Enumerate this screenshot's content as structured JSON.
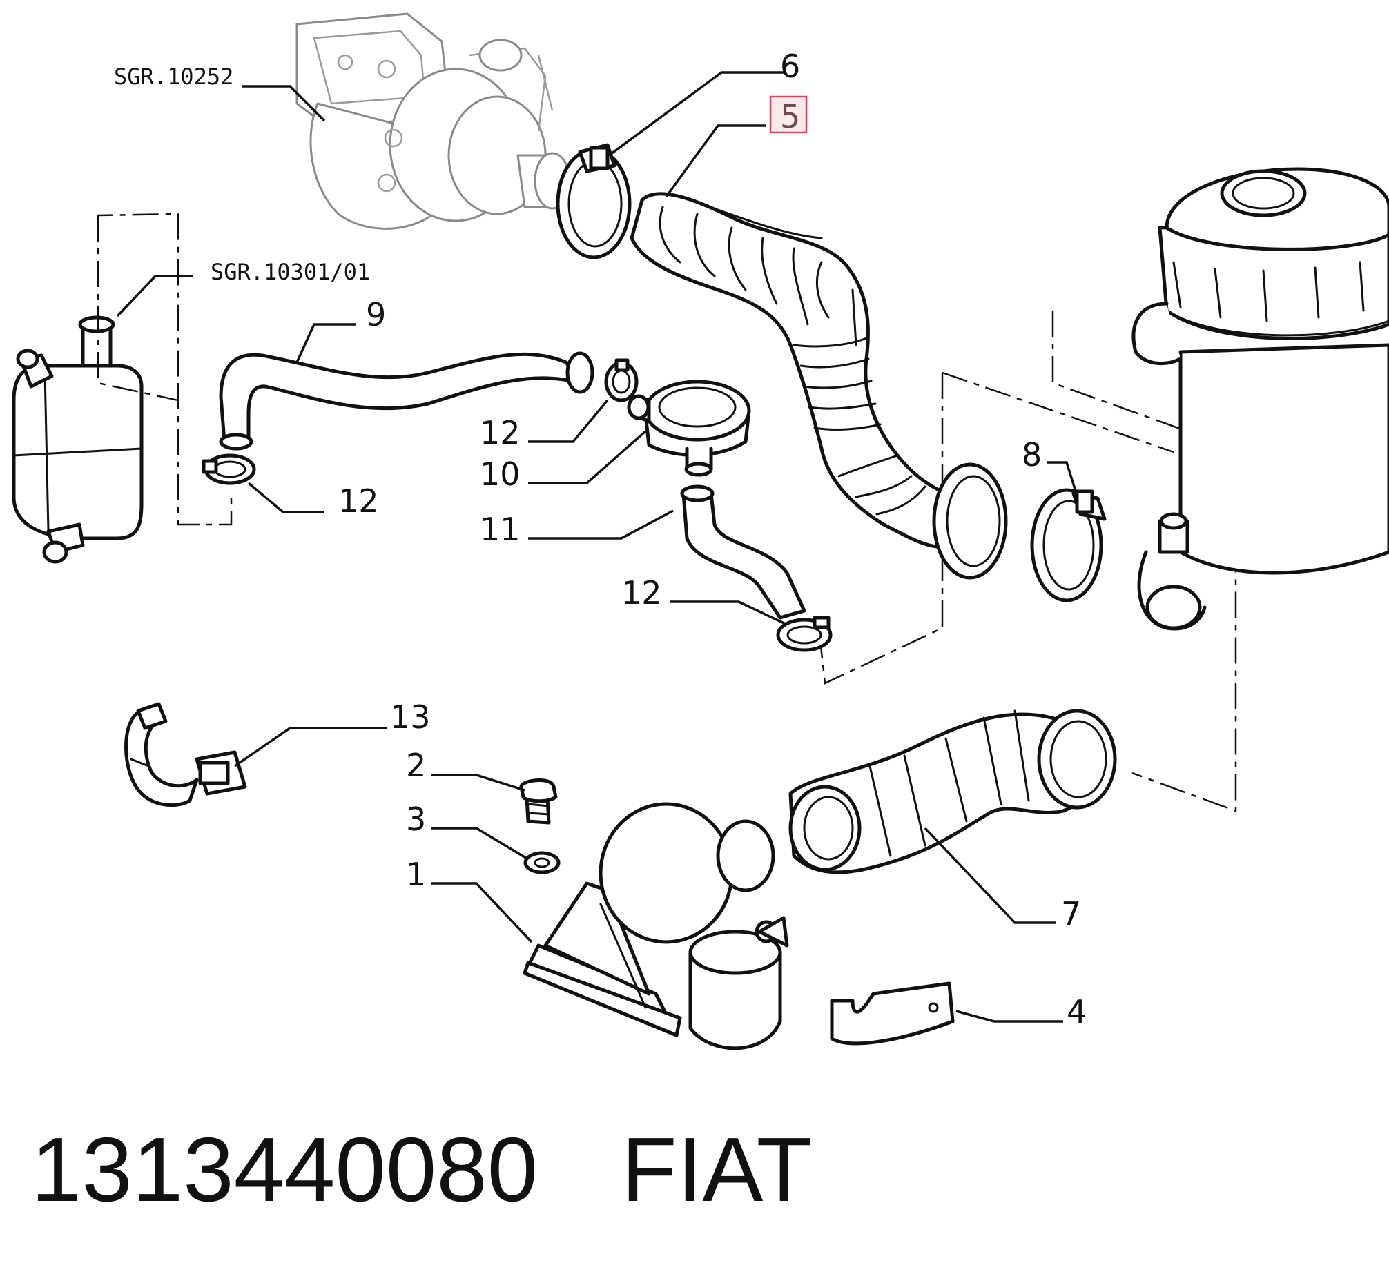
{
  "callouts": {
    "c6": "6",
    "c5": "5",
    "c9": "9",
    "c12a": "12",
    "c10": "10",
    "c12b": "12",
    "c11": "11",
    "c12c": "12",
    "c8": "8",
    "c13": "13",
    "c2": "2",
    "c3": "3",
    "c1": "1",
    "c7": "7",
    "c4": "4"
  },
  "refs": {
    "sgr_turbo": "SGR.10252",
    "sgr_tank": "SGR.10301/01"
  },
  "highlight": {
    "part": "5",
    "box_color": "#fbe9ec",
    "border_color": "#d6475c"
  },
  "footer": {
    "part_number": "1313440080",
    "brand": "FIAT"
  }
}
